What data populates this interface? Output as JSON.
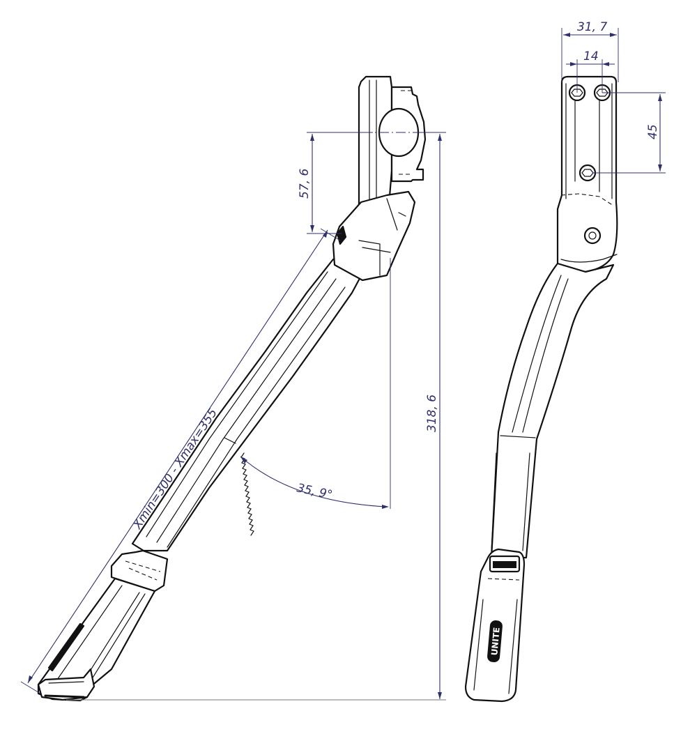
{
  "drawing": {
    "subject": "adjustable bicycle kickstand technical drawing",
    "views": [
      "side-view",
      "front-view"
    ],
    "line_color": "#111111",
    "dimension_color": "#2e2f6b",
    "background": "#ffffff"
  },
  "dimensions": {
    "mount_width": "31, 7",
    "bolt_spacing_horizontal": "14",
    "bolt_spacing_vertical": "45",
    "clamp_offset_height": "57, 6",
    "total_height": "318, 6",
    "leg_angle": "35, 9°",
    "leg_length_range": "Xmin=300 - Xmax=355"
  },
  "front_view": {
    "foot_logo_text": "UNITE"
  }
}
